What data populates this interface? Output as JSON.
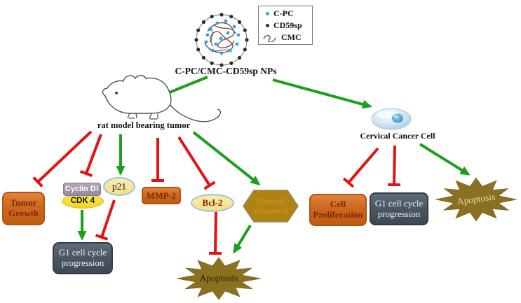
{
  "title_label": "C-PC/CMC-CD59sp NPs",
  "legend": {
    "items": [
      {
        "marker": "cpc-dot",
        "label": "C-PC"
      },
      {
        "marker": "cd59sp-dot",
        "label": "CD59sp"
      },
      {
        "marker": "cmc-squiggle",
        "label": "CMC"
      }
    ]
  },
  "rat": {
    "label": "rat model bearing tumor"
  },
  "cell": {
    "label": "Cervical Cancer Cell"
  },
  "nodes": {
    "tumor_growth": "Tumor Growth",
    "cyclin_d": "Cyclin D",
    "cyclin_d_sub": "1",
    "cdk4": "CDK 4",
    "p21": "p21",
    "mmp2": "MMP-2",
    "bcl2": "Bcl-2",
    "cleaved_caspase3": "Cleaved caspase-3",
    "g1_left": "G1 cell cycle progression",
    "apoptosis_left": "Apoptosis",
    "cell_proliferation": "Cell Proliferation",
    "g1_right": "G1 cell cycle progression",
    "apoptosis_right": "Apoptosis"
  },
  "colors": {
    "activate_arrow": "#1ca01c",
    "inhibit_arrow": "#e41212",
    "orange_node": "#cd671d",
    "slate_node": "#49545f",
    "yellow_node": "#f3df84",
    "caspase_hex_fill": "#ad8311",
    "caspase_text": "#dd9722",
    "star_fill": "#8a7122",
    "cpc_dot": "#2aa9e0",
    "cd59sp_dot": "#2e2e1e"
  },
  "edges": [
    {
      "from": "C-PC/CMC-CD59sp NPs",
      "to": "rat model bearing tumor",
      "type": "activate"
    },
    {
      "from": "C-PC/CMC-CD59sp NPs",
      "to": "Cervical Cancer Cell",
      "type": "activate"
    },
    {
      "from": "rat model bearing tumor",
      "to": "Tumor Growth",
      "type": "inhibit"
    },
    {
      "from": "rat model bearing tumor",
      "to": "Cyclin D1/CDK 4",
      "type": "inhibit"
    },
    {
      "from": "rat model bearing tumor",
      "to": "p21",
      "type": "activate"
    },
    {
      "from": "rat model bearing tumor",
      "to": "MMP-2",
      "type": "inhibit"
    },
    {
      "from": "rat model bearing tumor",
      "to": "Bcl-2",
      "type": "inhibit"
    },
    {
      "from": "rat model bearing tumor",
      "to": "Cleaved caspase-3",
      "type": "activate"
    },
    {
      "from": "Cyclin D1/CDK 4",
      "to": "G1 cell cycle progression",
      "type": "activate"
    },
    {
      "from": "p21",
      "to": "G1 cell cycle progression",
      "type": "inhibit"
    },
    {
      "from": "Bcl-2",
      "to": "Apoptosis",
      "type": "inhibit"
    },
    {
      "from": "Cleaved caspase-3",
      "to": "Apoptosis",
      "type": "activate"
    },
    {
      "from": "Cervical Cancer Cell",
      "to": "Cell Proliferation",
      "type": "inhibit"
    },
    {
      "from": "Cervical Cancer Cell",
      "to": "G1 cell cycle progression",
      "type": "inhibit"
    },
    {
      "from": "Cervical Cancer Cell",
      "to": "Apoptosis",
      "type": "activate"
    }
  ]
}
